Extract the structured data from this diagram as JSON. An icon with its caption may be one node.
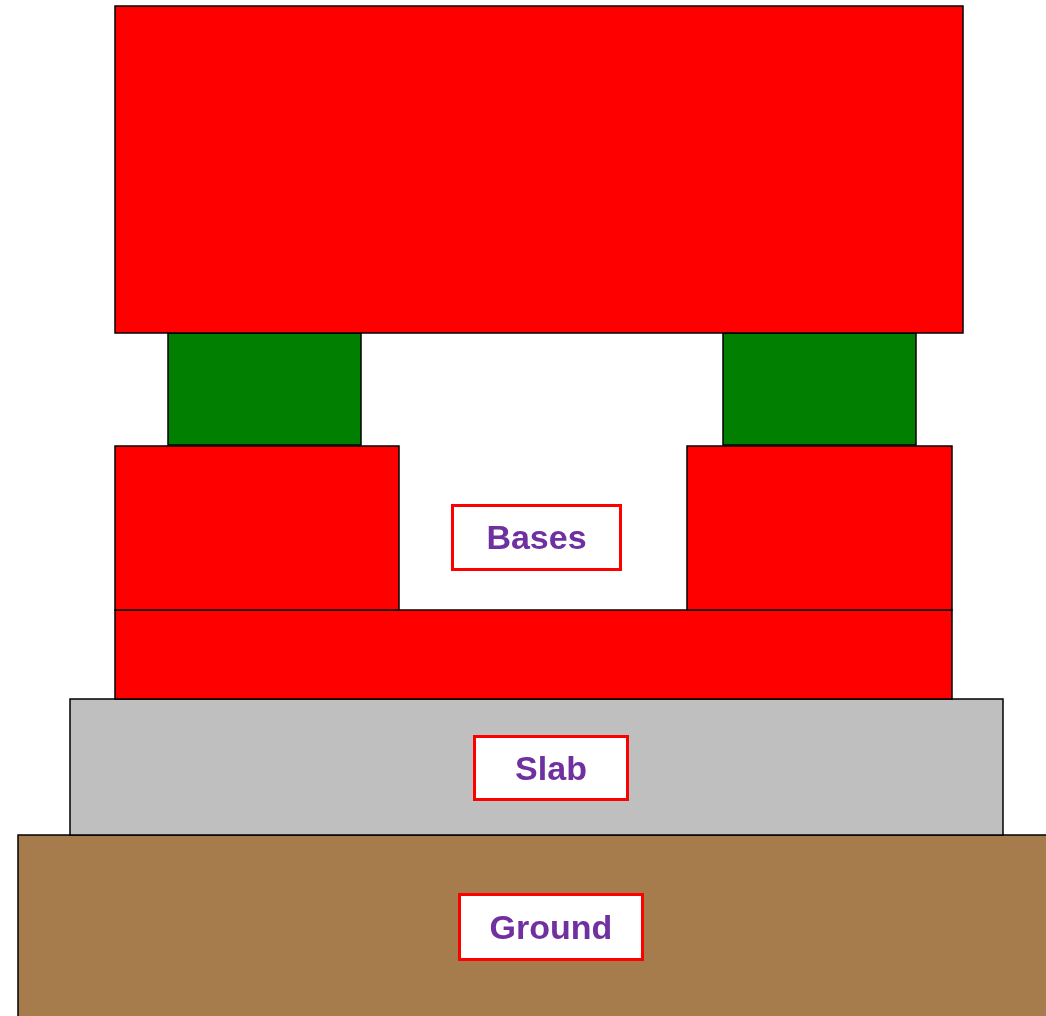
{
  "diagram": {
    "nodes": [
      {
        "text": [
          "Bases"
        ]
      },
      {
        "text": [
          "Slab"
        ]
      },
      {
        "text": [
          "Ground"
        ]
      }
    ]
  }
}
